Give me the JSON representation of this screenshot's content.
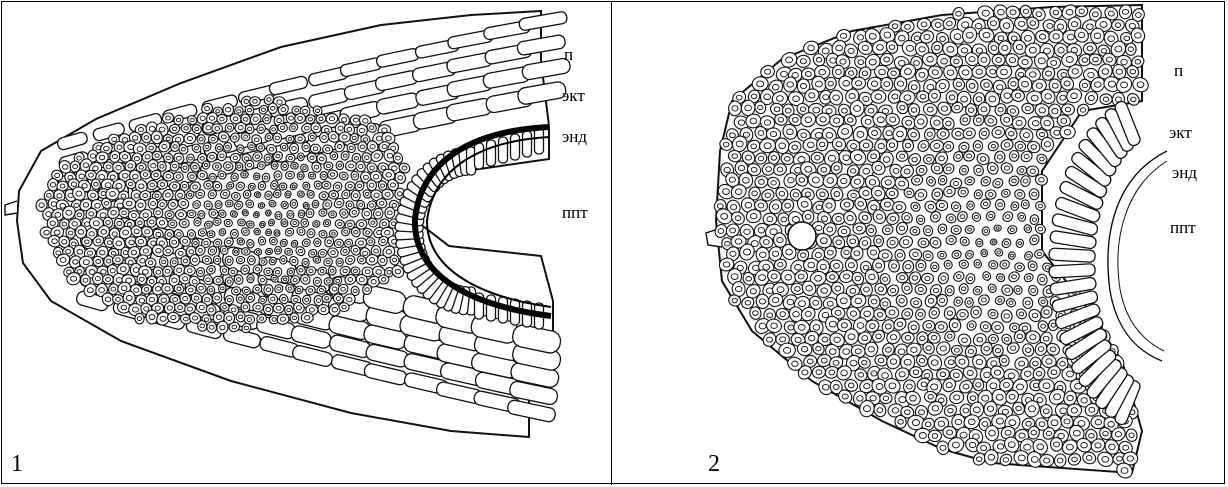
{
  "figure_1": {
    "number": "1",
    "labels": {
      "p": "п",
      "ekt": "экт",
      "end": "энд",
      "ppt": "ппт"
    }
  },
  "figure_2": {
    "number": "2",
    "labels": {
      "p": "п",
      "ekt": "экт",
      "end": "энд",
      "ppt": "ппт"
    }
  }
}
